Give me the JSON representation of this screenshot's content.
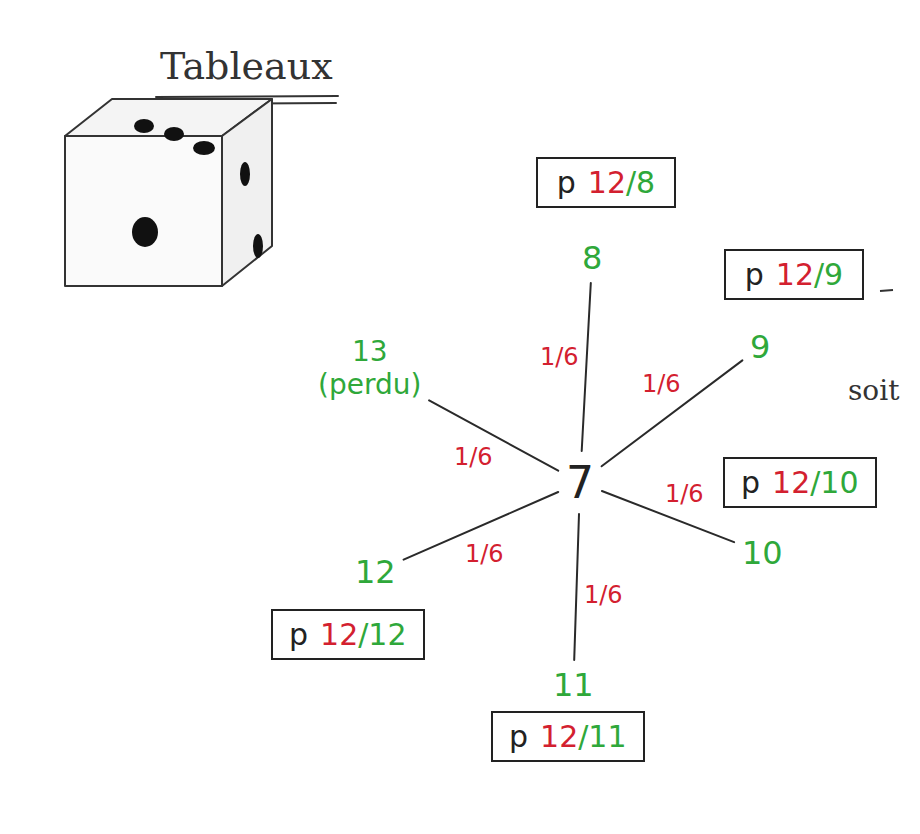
{
  "diagram": {
    "title": "Tableaux",
    "nodes": [
      {
        "text": [
          "p",
          "12",
          "/8"
        ]
      },
      {
        "text": [
          "8"
        ]
      },
      {
        "text": [
          "p",
          "12",
          "/9"
        ]
      },
      {
        "text": [
          "9"
        ]
      },
      {
        "text": [
          "13 (perdu)"
        ]
      },
      {
        "text": [
          "7"
        ]
      },
      {
        "text": [
          "p",
          "12",
          "/10"
        ]
      },
      {
        "text": [
          "10"
        ]
      },
      {
        "text": [
          "12"
        ]
      },
      {
        "text": [
          "p",
          "12",
          "/12"
        ]
      },
      {
        "text": [
          "11"
        ]
      },
      {
        "text": [
          "p",
          "12",
          "/11"
        ]
      }
    ],
    "edges": [
      {
        "from": 5,
        "to": 1,
        "arrow": "none",
        "label": "1/6"
      },
      {
        "from": 5,
        "to": 3,
        "arrow": "none",
        "label": "1/6"
      },
      {
        "from": 5,
        "to": 7,
        "arrow": "none",
        "label": "1/6"
      },
      {
        "from": 5,
        "to": 10,
        "arrow": "none",
        "label": "1/6"
      },
      {
        "from": 5,
        "to": 8,
        "arrow": "none",
        "label": "1/6"
      },
      {
        "from": 5,
        "to": 4,
        "arrow": "none",
        "label": "1/6"
      }
    ],
    "labels": [
      "soit"
    ]
  }
}
